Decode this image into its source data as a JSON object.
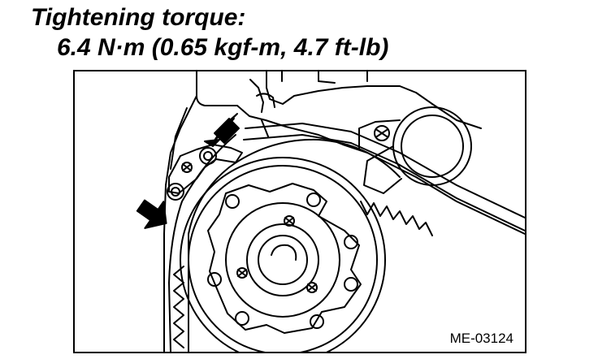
{
  "heading": "Tightening torque:",
  "torque_spec": "6.4 N·m (0.65 kgf-m, 4.7 ft-lb)",
  "figure": {
    "id_label": "ME-03124"
  }
}
